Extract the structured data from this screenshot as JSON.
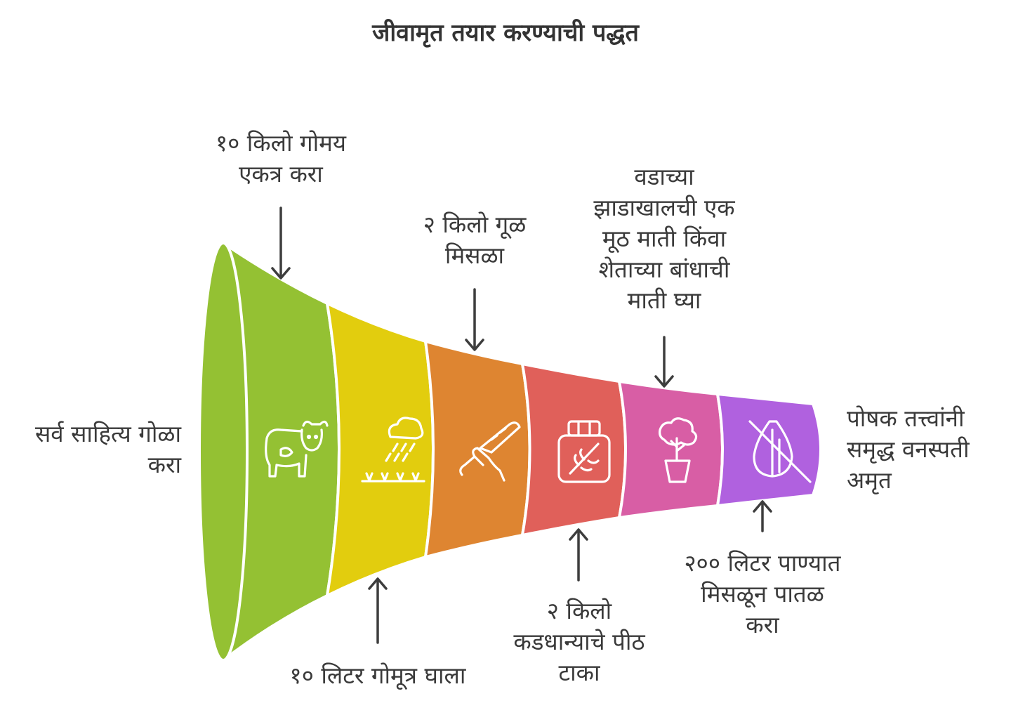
{
  "title": "जीवामृत तयार करण्याची पद्धत",
  "start_label": [
    "सर्व साहित्य गोळा",
    "करा"
  ],
  "end_label": [
    "पोषक तत्त्वांनी",
    "समृद्ध वनस्पती",
    "अमृत"
  ],
  "steps": [
    {
      "lines": [
        "१० किलो गोमय",
        "एकत्र करा"
      ],
      "position": "top",
      "icon": "cow-icon",
      "color": "#94c133"
    },
    {
      "lines": [
        "१० लिटर गोमूत्र घाला"
      ],
      "position": "bottom",
      "icon": "rain-on-field-icon",
      "color": "#e2cd0e"
    },
    {
      "lines": [
        "२ किलो गूळ",
        "मिसळा"
      ],
      "position": "top",
      "icon": "hand-test-strip-icon",
      "color": "#de8531"
    },
    {
      "lines": [
        "२ किलो",
        "कडधान्याचे पीठ",
        "टाका"
      ],
      "position": "bottom",
      "icon": "grain-jar-icon",
      "color": "#e0605a"
    },
    {
      "lines": [
        "वडाच्या",
        "झाडाखालची एक",
        "मूठ माती किंवा",
        "शेताच्या बांधाची",
        "माती घ्या"
      ],
      "position": "top",
      "icon": "potted-tree-icon",
      "color": "#d85ea5"
    },
    {
      "lines": [
        "२०० लिटर पाण्यात",
        "मिसळून पातळ",
        "करा"
      ],
      "position": "bottom",
      "icon": "no-drop-icon",
      "color": "#b061df"
    }
  ]
}
